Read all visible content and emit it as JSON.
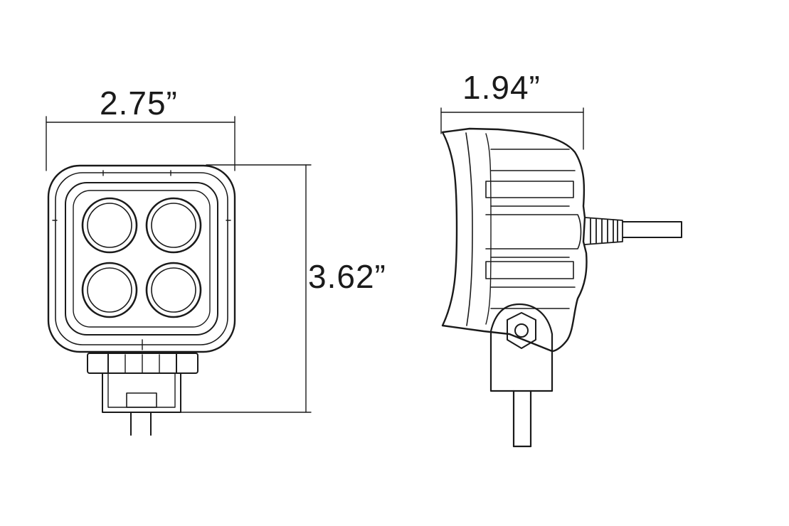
{
  "dimensions": {
    "width": "2.75”",
    "height": "3.62”",
    "depth": "1.94”"
  }
}
